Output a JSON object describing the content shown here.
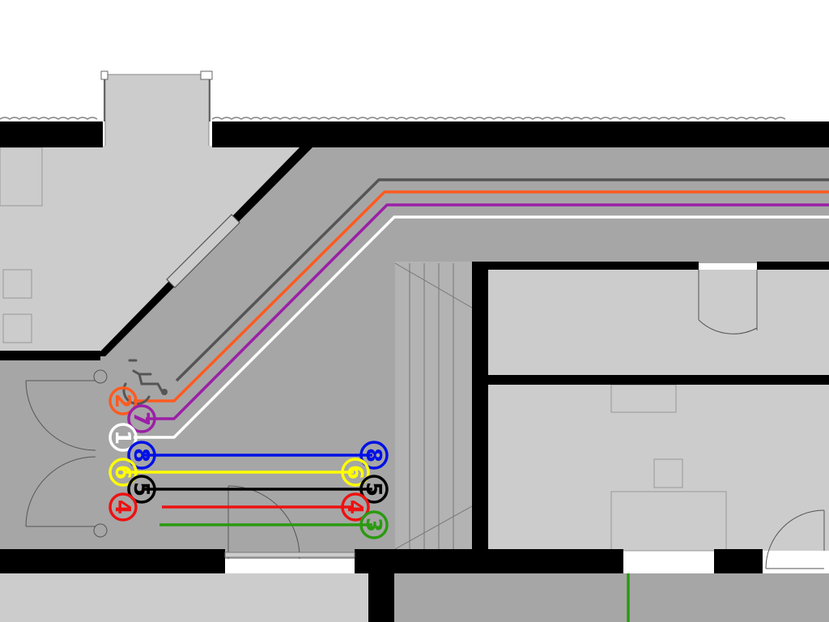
{
  "colors": {
    "background": "#ffffff",
    "wall": "#000000",
    "corridor": "#a6a6a6",
    "room": "#cccccc",
    "stair": "#b3b3b3"
  },
  "icons": [
    "wheelchair-icon"
  ],
  "routes": [
    {
      "id": "route-grey",
      "color": "#555555"
    },
    {
      "id": "route-orange",
      "color": "#ff5a1f"
    },
    {
      "id": "route-purple",
      "color": "#9b1fa6"
    },
    {
      "id": "route-white",
      "color": "#ffffff"
    },
    {
      "id": "route-blue",
      "color": "#0010e6"
    },
    {
      "id": "route-yellow",
      "color": "#ffff00"
    },
    {
      "id": "route-black",
      "color": "#000000"
    },
    {
      "id": "route-red",
      "color": "#ee1111"
    },
    {
      "id": "route-green",
      "color": "#2a9a10"
    }
  ],
  "markers": [
    {
      "label": "2",
      "color": "#ff5a1f"
    },
    {
      "label": "7",
      "color": "#9b1fa6"
    },
    {
      "label": "1",
      "color": "#ffffff"
    },
    {
      "label": "8",
      "color": "#0010e6"
    },
    {
      "label": "6",
      "color": "#ffff00"
    },
    {
      "label": "5",
      "color": "#000000"
    },
    {
      "label": "4",
      "color": "#ee1111"
    },
    {
      "label": "8",
      "color": "#0010e6"
    },
    {
      "label": "6",
      "color": "#ffff00"
    },
    {
      "label": "5",
      "color": "#000000"
    },
    {
      "label": "4",
      "color": "#ee1111"
    },
    {
      "label": "3",
      "color": "#2a9a10"
    }
  ]
}
